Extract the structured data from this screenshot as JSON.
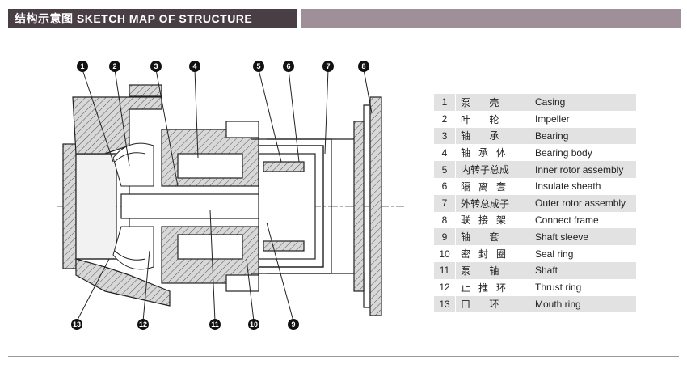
{
  "header": {
    "title": "结构示意图  SKETCH MAP OF STRUCTURE",
    "title_color": "#4a3e45",
    "accent_color": "#9e8f98"
  },
  "diagram": {
    "callouts": [
      "1",
      "2",
      "3",
      "4",
      "5",
      "6",
      "7",
      "8",
      "13",
      "12",
      "11",
      "10",
      "9"
    ]
  },
  "parts": [
    {
      "no": "1",
      "cn": "泵 壳",
      "en": "Casing"
    },
    {
      "no": "2",
      "cn": "叶 轮",
      "en": "Impeller"
    },
    {
      "no": "3",
      "cn": "轴 承",
      "en": "Bearing"
    },
    {
      "no": "4",
      "cn": "轴承体",
      "en": "Bearing body"
    },
    {
      "no": "5",
      "cn": "内转子总成",
      "en": "Inner rotor assembly"
    },
    {
      "no": "6",
      "cn": "隔离套",
      "en": "Insulate sheath"
    },
    {
      "no": "7",
      "cn": "外转总成子",
      "en": "Outer rotor assembly"
    },
    {
      "no": "8",
      "cn": "联接架",
      "en": "Connect frame"
    },
    {
      "no": "9",
      "cn": "轴 套",
      "en": "Shaft sleeve"
    },
    {
      "no": "10",
      "cn": "密封圈",
      "en": "Seal ring"
    },
    {
      "no": "11",
      "cn": "泵 轴",
      "en": "Shaft"
    },
    {
      "no": "12",
      "cn": "止推环",
      "en": "Thrust ring"
    },
    {
      "no": "13",
      "cn": "口 环",
      "en": "Mouth ring"
    }
  ]
}
